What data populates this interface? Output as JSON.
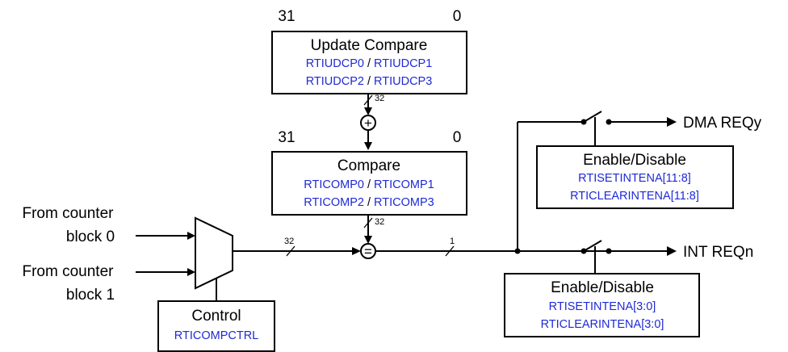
{
  "update_compare": {
    "msb": "31",
    "lsb": "0",
    "title": "Update Compare",
    "reg0": "RTIUDCP0",
    "reg1": "RTIUDCP1",
    "reg2": "RTIUDCP2",
    "reg3": "RTIUDCP3",
    "sep": "/"
  },
  "compare": {
    "msb": "31",
    "lsb": "0",
    "title": "Compare",
    "reg0": "RTICOMP0",
    "reg1": "RTICOMP1",
    "reg2": "RTICOMP2",
    "reg3": "RTICOMP3",
    "sep": "/"
  },
  "bus_widths": {
    "update_to_adder": "32",
    "compare_to_eq": "32",
    "mux_to_eq": "32",
    "eq_out": "1"
  },
  "operators": {
    "adder": "+",
    "equal": "="
  },
  "inputs": {
    "in0_line1": "From counter",
    "in0_line2": "block 0",
    "in1_line1": "From counter",
    "in1_line2": "block 1"
  },
  "control": {
    "title": "Control",
    "reg": "RTICOMPCTRL"
  },
  "dma_enable": {
    "title": "Enable/Disable",
    "reg_set": "RTISETINTENA[11:8]",
    "reg_clear": "RTICLEARINTENA[11:8]"
  },
  "int_enable": {
    "title": "Enable/Disable",
    "reg_set": "RTISETINTENA[3:0]",
    "reg_clear": "RTICLEARINTENA[3:0]"
  },
  "outputs": {
    "dma": "DMA REQy",
    "int": "INT REQn"
  },
  "colors": {
    "register_text": "#1f2ad6",
    "line": "#000000"
  }
}
